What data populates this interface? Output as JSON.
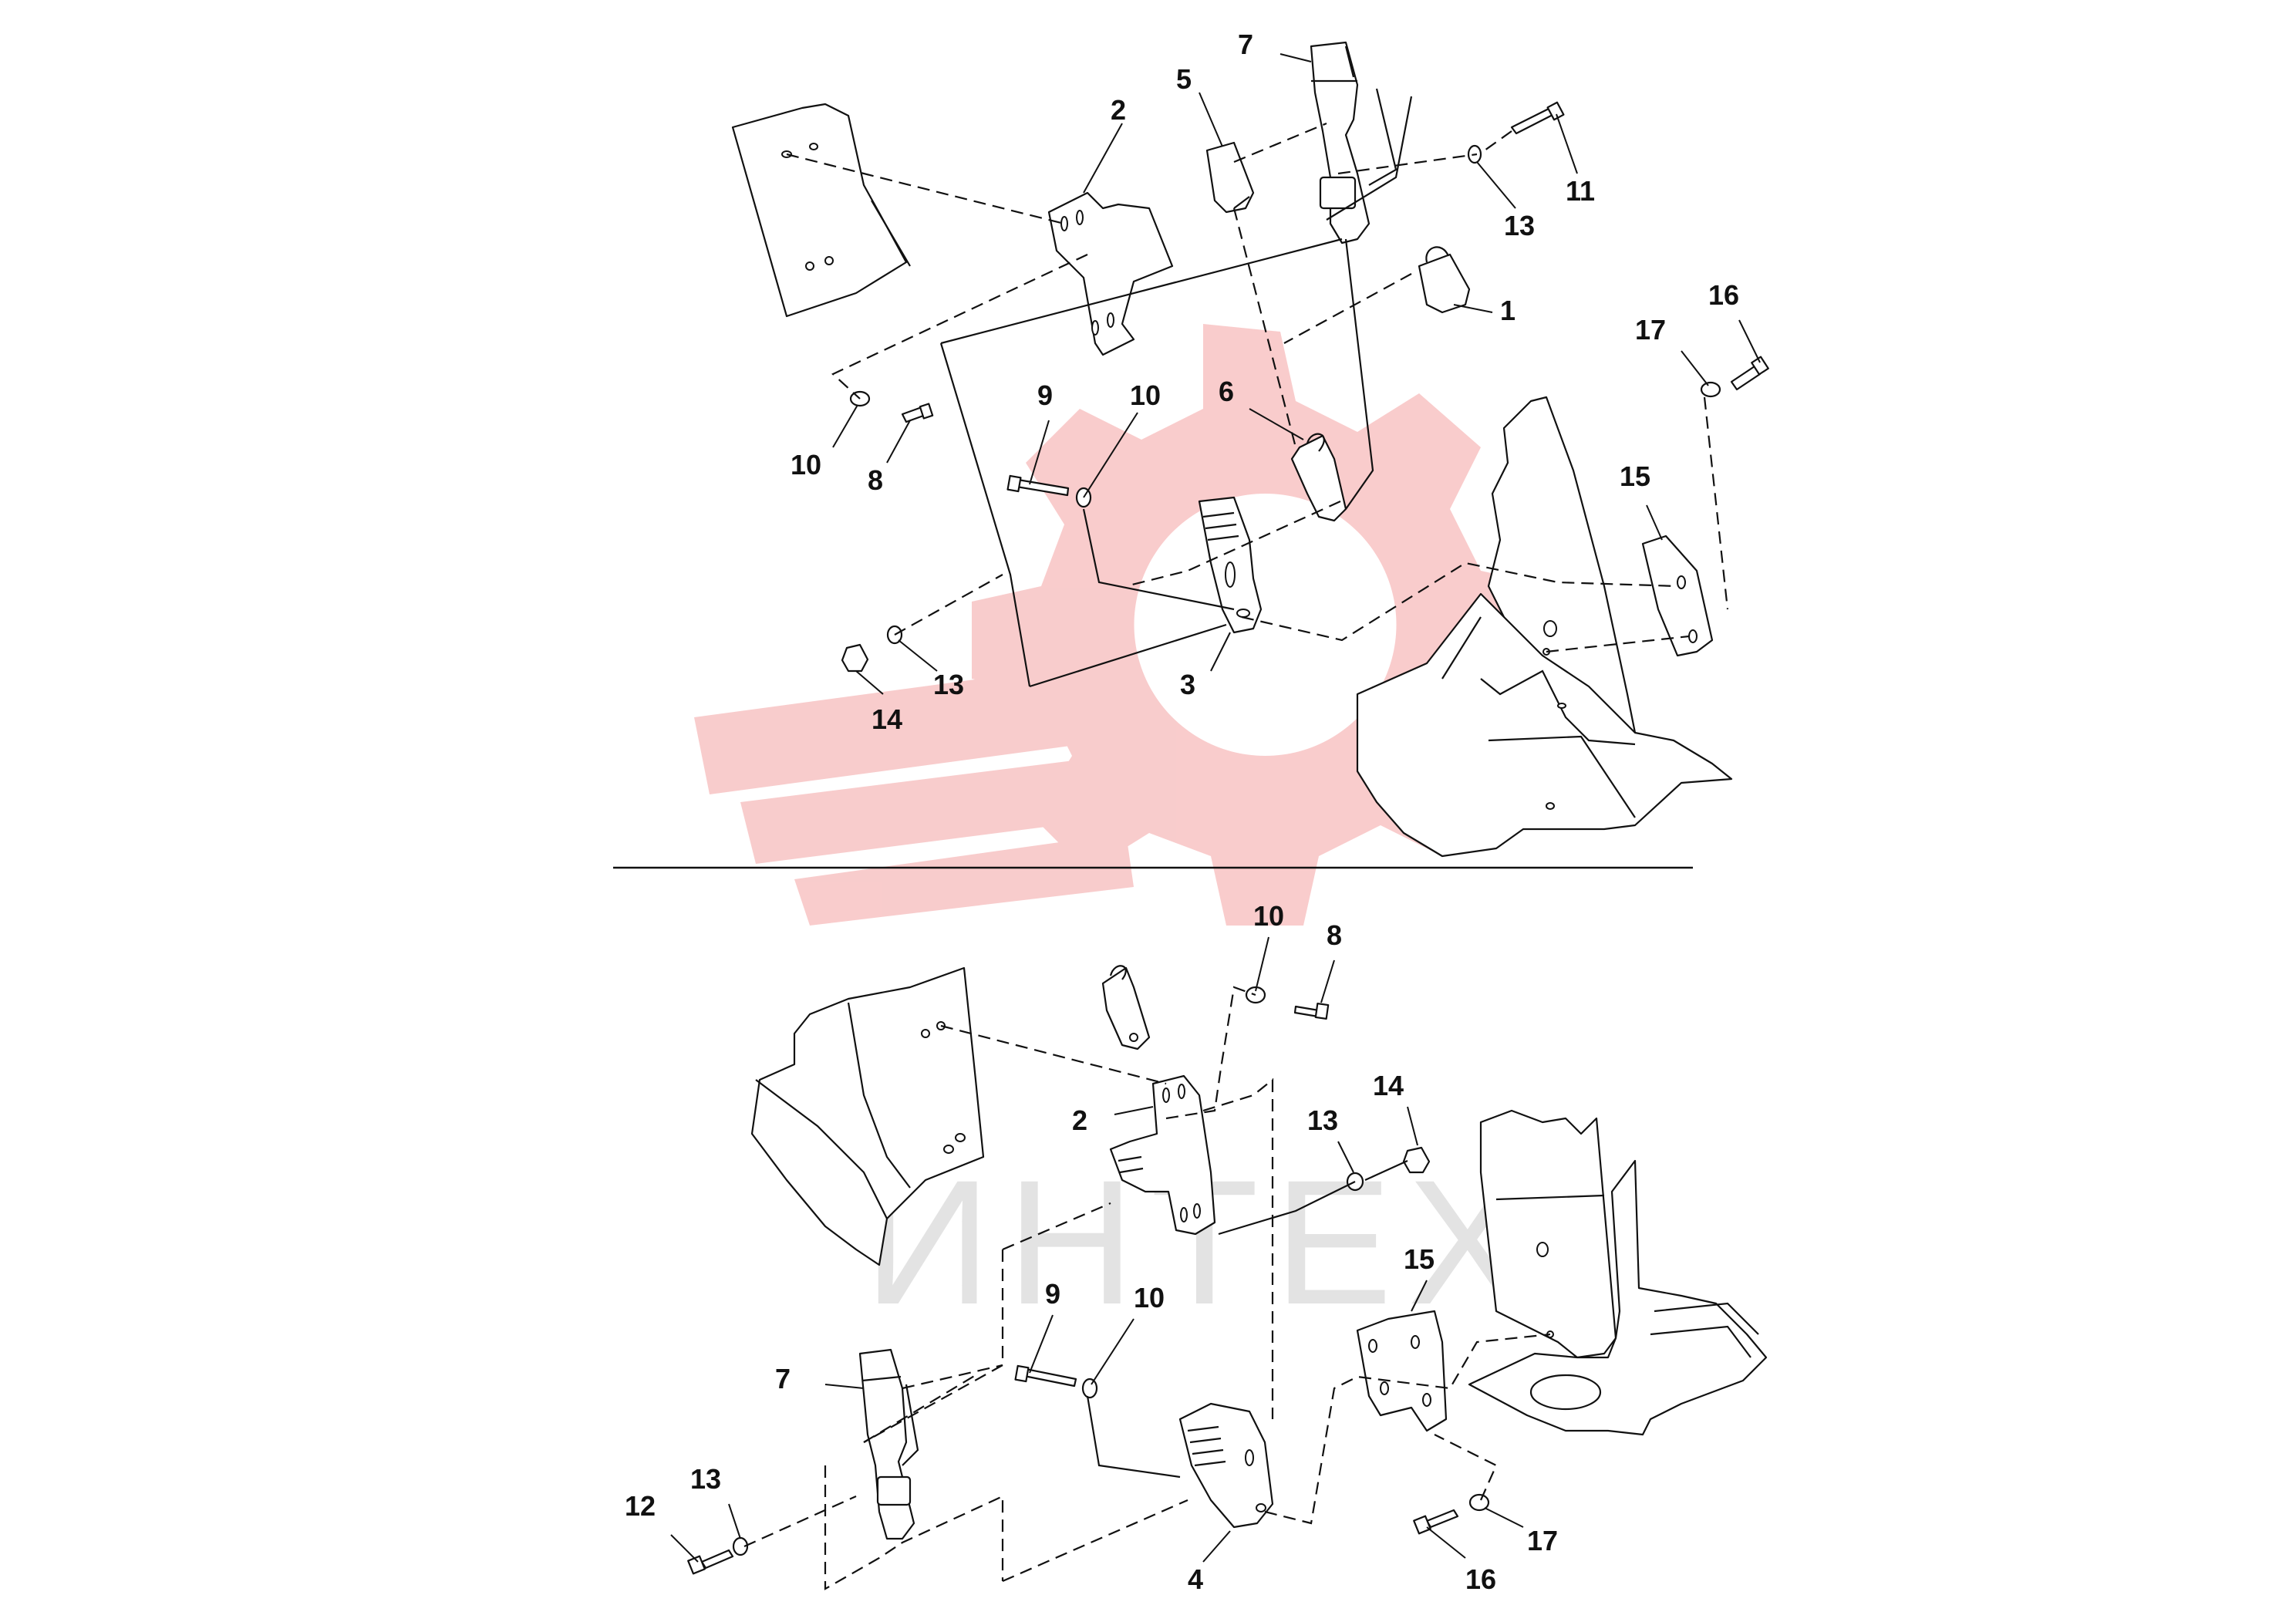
{
  "watermark": {
    "text": "ИНТЕХ",
    "color": "#f4a3a3"
  },
  "top_view": {
    "callouts": [
      "1",
      "2",
      "3",
      "5",
      "6",
      "7",
      "8",
      "9",
      "10",
      "10",
      "11",
      "13",
      "13",
      "14",
      "15",
      "16",
      "17"
    ]
  },
  "bottom_view": {
    "callouts": [
      "2",
      "4",
      "7",
      "8",
      "9",
      "10",
      "10",
      "12",
      "13",
      "13",
      "14",
      "15",
      "16",
      "17"
    ]
  },
  "labels": {
    "t1": "1",
    "t2": "2",
    "t3": "3",
    "t5": "5",
    "t6": "6",
    "t7": "7",
    "t8": "8",
    "t9": "9",
    "t10a": "10",
    "t10b": "10",
    "t11": "11",
    "t13a": "13",
    "t13b": "13",
    "t14": "14",
    "t15": "15",
    "t16": "16",
    "t17": "17",
    "b2": "2",
    "b4": "4",
    "b7": "7",
    "b8": "8",
    "b9": "9",
    "b10a": "10",
    "b10b": "10",
    "b12": "12",
    "b13a": "13",
    "b13b": "13",
    "b14": "14",
    "b15": "15",
    "b16": "16",
    "b17": "17"
  }
}
